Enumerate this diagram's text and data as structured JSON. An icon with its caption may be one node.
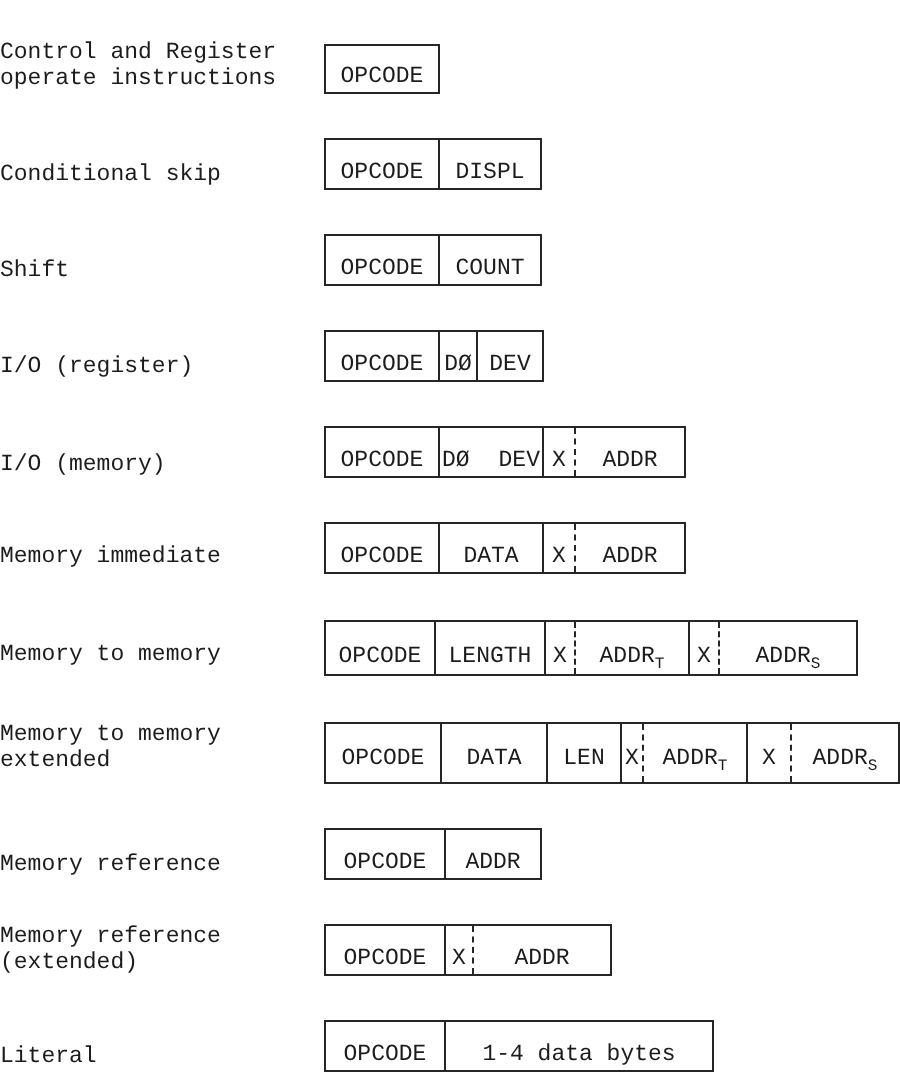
{
  "diagram": {
    "nodes": [
      {
        "text": [],
        "shape": "box"
      },
      {
        "text": [
          "OPCODE"
        ],
        "in": 0
      },
      {
        "text": [],
        "shape": "box"
      },
      {
        "text": [
          "OPCODE"
        ],
        "in": 2
      },
      {
        "text": [
          "DISPL"
        ],
        "in": 2
      },
      {
        "text": [],
        "shape": "box"
      },
      {
        "text": [
          "OPCODE"
        ],
        "in": 5
      },
      {
        "text": [
          "COUNT"
        ],
        "in": 5
      },
      {
        "text": [],
        "shape": "box"
      },
      {
        "text": [
          "OPCODE"
        ],
        "in": 8
      },
      {
        "text": [
          "DØ"
        ],
        "in": 8
      },
      {
        "text": [
          "DEV"
        ],
        "in": 8
      },
      {
        "text": [],
        "shape": "box"
      },
      {
        "text": [
          "OPCODE"
        ],
        "in": 12
      },
      {
        "text": [
          "DØ",
          "DEV"
        ],
        "in": 12
      },
      {
        "text": [
          "X"
        ],
        "in": 12
      },
      {
        "text": [
          "ADDR"
        ],
        "in": 12
      },
      {
        "text": [],
        "shape": "box"
      },
      {
        "text": [
          "OPCODE"
        ],
        "in": 17
      },
      {
        "text": [
          "DATA"
        ],
        "in": 17
      },
      {
        "text": [
          "X"
        ],
        "in": 17
      },
      {
        "text": [
          "ADDR"
        ],
        "in": 17
      },
      {
        "text": [],
        "shape": "box"
      },
      {
        "text": [
          "OPCODE"
        ],
        "in": 22
      },
      {
        "text": [
          "LENGTH"
        ],
        "in": 22
      },
      {
        "text": [
          "X"
        ],
        "in": 22
      },
      {
        "text": [
          "ADDR$_{T}$"
        ],
        "in": 22
      },
      {
        "text": [
          "X"
        ],
        "in": 22
      },
      {
        "text": [
          "ADDR$_{S}$"
        ],
        "in": 22
      },
      {
        "text": [],
        "shape": "box"
      },
      {
        "text": [
          "OPCODE"
        ],
        "in": 29
      },
      {
        "text": [
          "DATA"
        ],
        "in": 29
      },
      {
        "text": [
          "LEN"
        ],
        "in": 29
      },
      {
        "text": [
          "X"
        ],
        "in": 29
      },
      {
        "text": [
          "ADDR$_{T}$"
        ],
        "in": 29
      },
      {
        "text": [
          "X"
        ],
        "in": 29
      },
      {
        "text": [
          "ADDR$_{S}$"
        ],
        "in": 29
      },
      {
        "text": [],
        "shape": "box"
      },
      {
        "text": [
          "OPCODE"
        ],
        "in": 37
      },
      {
        "text": [
          "ADDR"
        ],
        "in": 37
      },
      {
        "text": [],
        "shape": "box"
      },
      {
        "text": [
          "OPCODE"
        ],
        "in": 40
      },
      {
        "text": [
          "X"
        ],
        "in": 40
      },
      {
        "text": [
          "ADDR"
        ],
        "in": 40
      },
      {
        "text": [],
        "shape": "box"
      },
      {
        "text": [
          "OPCODE"
        ],
        "in": 44
      },
      {
        "text": [
          "1-4 data bytes"
        ],
        "in": 44
      }
    ],
    "labels": [
      "Control and Register operate instructions",
      "Conditional skip",
      "Shift",
      "I/O (register)",
      "I/O (memory)",
      "Memory immediate",
      "Memory to memory",
      "Memory to memory extended",
      "Memory reference",
      "Memory reference (extended)",
      "Literal"
    ]
  }
}
